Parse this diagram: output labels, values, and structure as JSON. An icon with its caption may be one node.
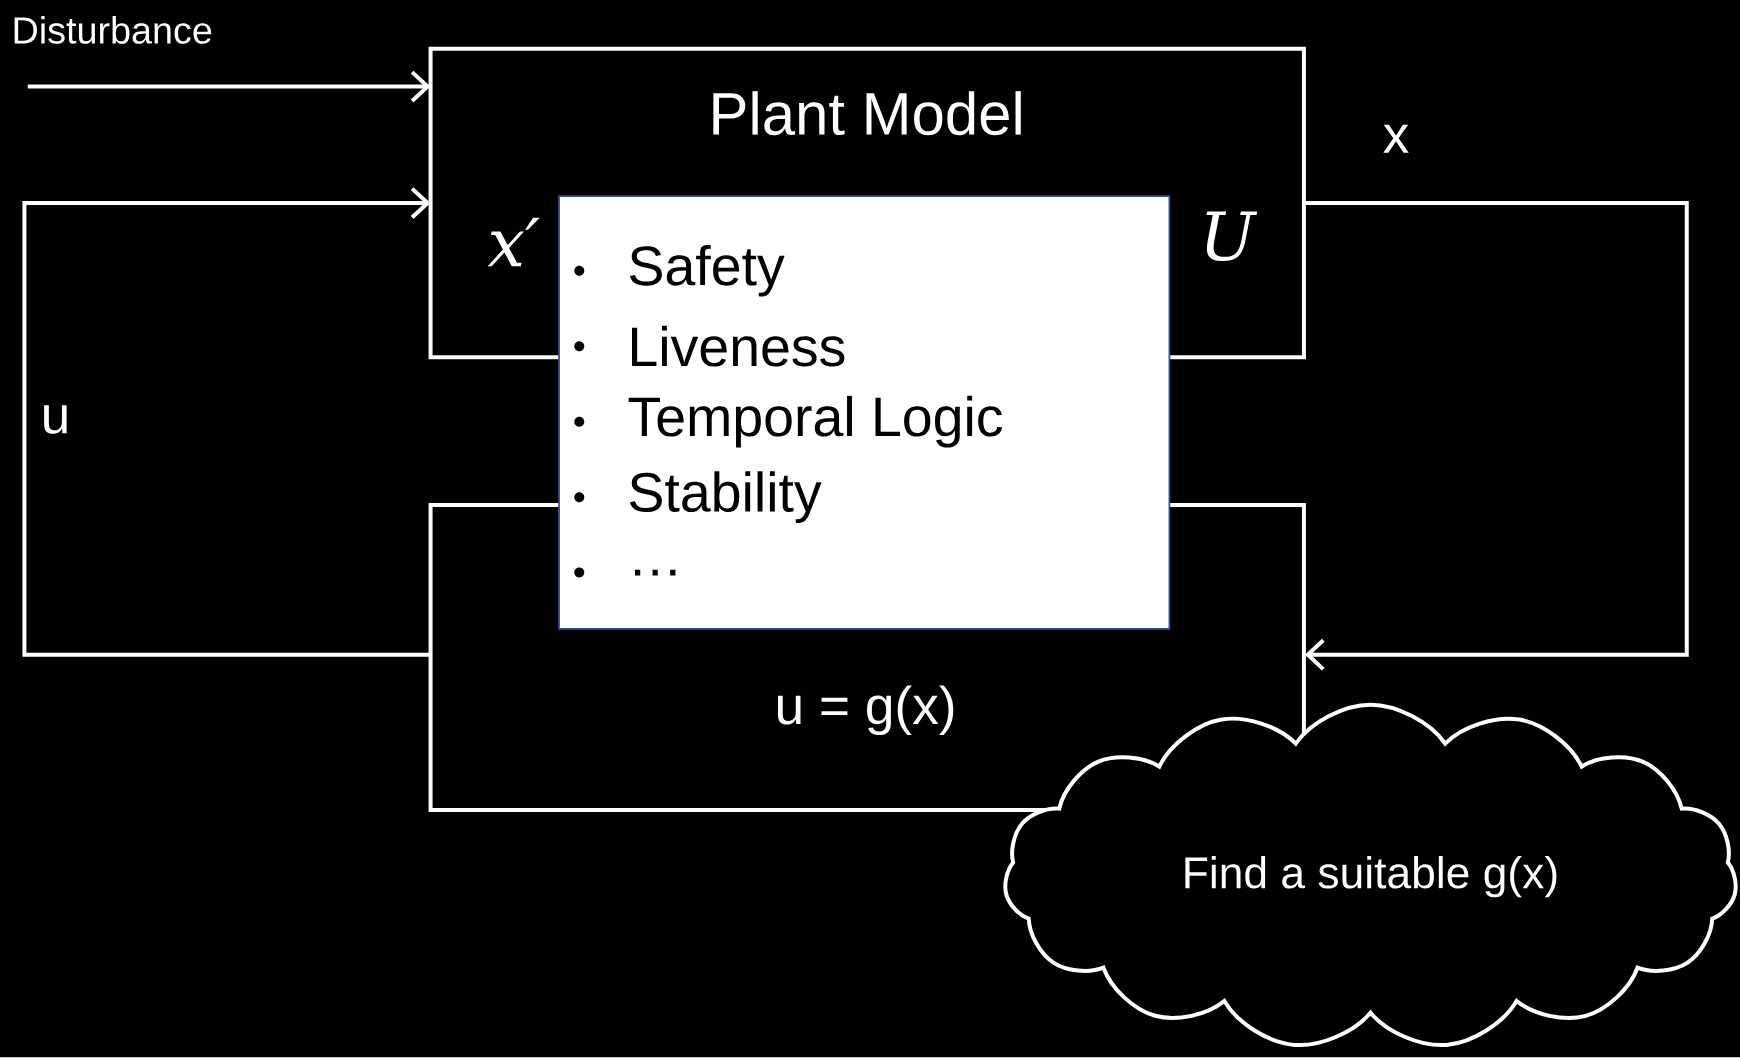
{
  "diagram": {
    "nodes": [
      {
        "text": [
          "Plant Model"
        ]
      },
      {
        "text": [
          "Safety",
          "Liveness",
          "Temporal Logic",
          "Stability",
          "…"
        ]
      },
      {
        "text": [
          "u = g(x)"
        ]
      },
      {
        "text": [
          "Find a suitable g(x)"
        ]
      }
    ],
    "edges": [
      {
        "from": null,
        "to": 0,
        "arrow": "to"
      },
      {
        "from": 0,
        "to": 2,
        "arrow": "to",
        "label": "x"
      },
      {
        "from": 2,
        "to": 0,
        "arrow": "to",
        "label": "u"
      }
    ],
    "labels": [
      "Disturbance",
      "x′",
      "U"
    ]
  }
}
